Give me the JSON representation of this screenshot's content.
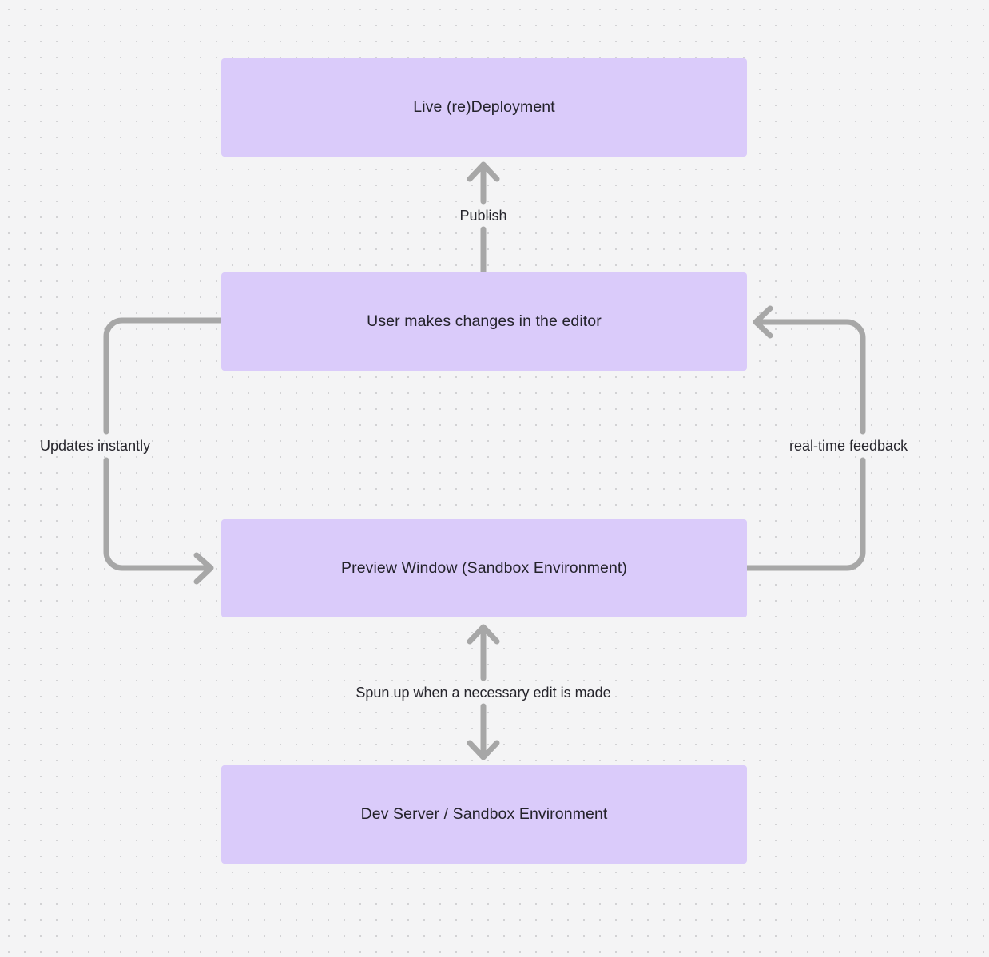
{
  "diagram": {
    "type": "flowchart",
    "background_color": "#f4f4f5",
    "node_fill_color": "#dacbfa",
    "edge_color": "#a7a7a7",
    "text_color": "#26252c",
    "nodes": [
      {
        "id": "live-deployment",
        "label": "Live (re)Deployment"
      },
      {
        "id": "user-edits",
        "label": "User makes changes in the editor"
      },
      {
        "id": "preview-window",
        "label": "Preview Window (Sandbox Environment)"
      },
      {
        "id": "dev-server",
        "label": "Dev Server / Sandbox Environment"
      }
    ],
    "edges": [
      {
        "id": "publish",
        "from": "user-edits",
        "to": "live-deployment",
        "label": "Publish",
        "direction": "up"
      },
      {
        "id": "updates-instantly",
        "from": "user-edits",
        "to": "preview-window",
        "label": "Updates instantly",
        "direction": "left-loop"
      },
      {
        "id": "real-time-feedback",
        "from": "preview-window",
        "to": "user-edits",
        "label": "real-time feedback",
        "direction": "right-loop"
      },
      {
        "id": "spun-up",
        "from": "preview-window",
        "to": "dev-server",
        "label": "Spun up when a necessary edit is made",
        "direction": "bidirectional"
      }
    ]
  }
}
